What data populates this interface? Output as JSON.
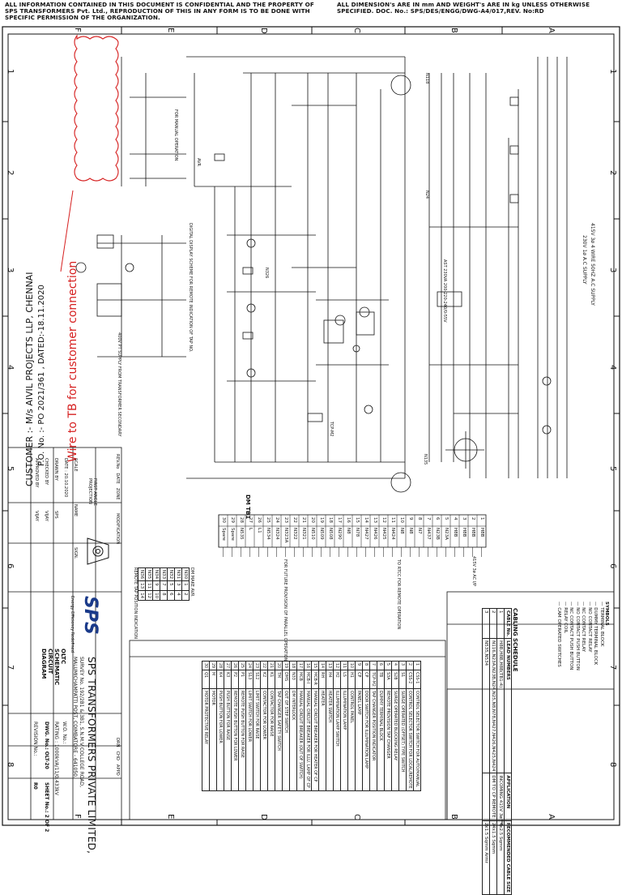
{
  "header": {
    "confidential_left": "ALL INFORMATION CONTAINED IN THIS DOCUMENT IS CONFIDENTIAL AND THE PROPERTY OF SPS TRANSFORMERS Pvt. Ltd., REPRODUCTION OF THIS IN ANY FORM IS TO BE DONE WITH SPECIFIC PERMISSION OF THE ORGANIZATION.",
    "confidential_right": "ALL DIMENSION's ARE IN mm AND WEIGHT's ARE IN kg UNLESS OTHERWISE SPECIFIED. DOC. No.: SPS/DES/ENGG/DWG-A4/017,REV. No:RD"
  },
  "grid": {
    "letters": [
      "F",
      "E",
      "D",
      "C",
      "B",
      "A"
    ],
    "numbers": [
      "1",
      "2",
      "3",
      "4",
      "5",
      "6",
      "7",
      "8"
    ]
  },
  "annotation": {
    "customer_connection": "Wire to TB for customer connection",
    "customer": "CUSTOMER :- M/s AIVIL PROJECTS LLP, CHENNAI",
    "po": "P.O. No.  :- PO 2021/361 , DATED:-18.11.2020"
  },
  "circuit_labels": {
    "supply": "415V 3ø 4 WIRE 50HZ A.C SUPPLY",
    "ac_supply": "230V 1ø A.C SUPPLY",
    "avr": "AVR",
    "digital": "DIGITAL DISPLAY SCHEME FOR REMOTE INDICATION OF TAP NO.",
    "manual": "FOR MANUAL OPERATION",
    "from_transformer": "400V PT SUPPLY FROM TRANSFORMER SECONDARY",
    "xfmr": "AST 230VA 200-220-240/0-55V",
    "tcp": "TCP-M2",
    "net1": "N118",
    "net2": "N135",
    "net3": "N24",
    "net4": "N326"
  },
  "terminal_block": {
    "title": "DM TB1",
    "rows": [
      [
        "30",
        "Spare"
      ],
      [
        "29",
        "Spare"
      ],
      [
        "28",
        "N535"
      ],
      [
        "27",
        "L"
      ],
      [
        "26",
        "L1"
      ],
      [
        "25",
        "N534"
      ],
      [
        "24",
        "N324"
      ],
      [
        "23",
        "N323A"
      ],
      [
        "22",
        "N322"
      ],
      [
        "21",
        "N321"
      ],
      [
        "20",
        "N510"
      ],
      [
        "19",
        "N509"
      ],
      [
        "18",
        "N508"
      ],
      [
        "17",
        "N290"
      ],
      [
        "16",
        "N8"
      ],
      [
        "15",
        "N78"
      ],
      [
        "14",
        "N427"
      ],
      [
        "13",
        "N426"
      ],
      [
        "12",
        "N425"
      ],
      [
        "11",
        "N424"
      ],
      [
        "10",
        "N8"
      ],
      [
        "9",
        "N8"
      ],
      [
        "8",
        "N7"
      ],
      [
        "7",
        "N437"
      ],
      [
        "6",
        "N23B"
      ],
      [
        "5",
        "N23A"
      ],
      [
        "4",
        "H8B"
      ],
      [
        "3",
        "H8B"
      ],
      [
        "2",
        "H8B"
      ],
      [
        "1",
        "H8B"
      ]
    ],
    "remote_note": "TO RTCC FOR REMOTE OPERATION",
    "parallel_note": "FOR FUTURE PROVISION OF PARALLEL OPERATION",
    "supply_note": "415V 3ø AC I/P"
  },
  "cable_schedule": {
    "title": "CABLING SCHEDULE",
    "headers": [
      "CABLE No.",
      "LEAD NUMBERS",
      "APPLICATION",
      "RECOMMENDED CABLE SIZE"
    ],
    "rows": [
      [
        "1",
        "H8B,H8B,H8B(TB1-4)",
        "INCOMING 415V 3ø",
        "4x2.5 Sqmm"
      ],
      [
        "2",
        "N116,N23A,N23B,N24,N25,N8,N78,N427,N426,N425,N424",
        "DM TO CP REMOTE",
        "24x1.5 Sqmm"
      ],
      [
        "3",
        "N535,N534",
        "",
        "2x1.5 Sqmm Armr"
      ]
    ]
  },
  "symbols": {
    "title": "SYMBOLS",
    "items": [
      "TERMINAL BLOCK",
      "DUMMY TERMINAL BLOCK",
      "NO CONTACT RELAY",
      "NC CONTACT RELAY",
      "NO CONTACT PUSH BUTTON",
      "NC CONTACT PUSH BUTTON",
      "RELAY COIL",
      "CAM OPERATED SWITCHES"
    ]
  },
  "legend": {
    "rows": [
      [
        "1",
        "CSS-1",
        "CONTROL SELECTOR SWITCH FOR AUTO/MANUAL"
      ],
      [
        "2",
        "CSS-2",
        "CONTROL SELECTOR SWITCH FOR LOCAL/REMOTE"
      ],
      [
        "3",
        "S1",
        "SURGE OPERATED (OFFSET) TYPE SWITCH"
      ],
      [
        "4",
        "S2B",
        "SURGE OPERATED BLOCKING RELAY"
      ],
      [
        "5",
        "S3A",
        "REMOTE PROVISION TAP CHANGER"
      ],
      [
        "6",
        "TB",
        "DUMMY TERMINAL BLOCK"
      ],
      [
        "7",
        "TCP-M2",
        "TAP CHANGER POSITION INDICATOR"
      ],
      [
        "8",
        "CP",
        "DOOR SWITCH FOR ILLUMINATION LAMP"
      ],
      [
        "9",
        "CP",
        "PANEL LAMP"
      ],
      [
        "10",
        "H1",
        "CONTROL PANEL"
      ],
      [
        "11",
        "LS",
        "ILLUMINATION LAMP"
      ],
      [
        "12",
        "H2",
        "ILLUMINATION LAMP SWITCH"
      ],
      [
        "13",
        "H4",
        "HEATER SWITCH"
      ],
      [
        "14",
        "RH",
        "HEATER"
      ],
      [
        "15",
        "MCB-R",
        "MANUAL CIRCUIT BREAKER FOR HEATER OF CP"
      ],
      [
        "16",
        "MCB-I",
        "MANUAL CIRCUIT BREAKER FOR ILLU. LAMP OF CP"
      ],
      [
        "17",
        "MCB",
        "MANUAL CIRCUIT BREAKER (OUT OF SWITCH)"
      ],
      [
        "18",
        "N33",
        "DM INTERLOCK"
      ],
      [
        "19",
        "DMS",
        "OUT OF STEP SWITCH"
      ],
      [
        "20",
        "TM",
        "TAP CHANGER SAFETY SWITCH"
      ],
      [
        "21",
        "K1",
        "CONTACTOR FOR RAISE"
      ],
      [
        "22",
        "K2",
        "CONTACTOR FOR LOWER"
      ],
      [
        "23",
        "S12",
        "LIMIT SWITCH FOR RAISE"
      ],
      [
        "24",
        "S13",
        "LIMIT SWITCH FOR LOWER"
      ],
      [
        "25",
        "P1",
        "REMOTE PUSH BUTTON FOR RAISE"
      ],
      [
        "26",
        "P2",
        "REMOTE PUSH BUTTON FOR LOWER"
      ],
      [
        "27",
        "K3",
        "PUSH BUTTON FOR RAISE"
      ],
      [
        "28",
        "K4",
        "PUSH BUTTON FOR LOWER"
      ],
      [
        "29",
        "M",
        "MOTOR"
      ],
      [
        "30",
        "Q1",
        "MOTOR PROTECTIVE RELAY"
      ]
    ]
  },
  "dm_table": {
    "title": "DM MAKE AVR",
    "rows": [
      [
        "N30",
        "1",
        "2"
      ],
      [
        "N31",
        "3",
        "4"
      ],
      [
        "N32",
        "5",
        "6"
      ],
      [
        "N33",
        "7",
        "8"
      ],
      [
        "N34",
        "9",
        "10"
      ],
      [
        "N35",
        "11",
        "12"
      ],
      [
        "N36",
        "13",
        "14"
      ]
    ],
    "note": "REMOTE TAP POSITION INDICATION"
  },
  "title_block": {
    "rev_no": "REV.No",
    "date": "DATE",
    "zone": "ZONE",
    "modification": "MODIFICATION",
    "drn": "DRN",
    "chd": "CHD",
    "appd": "APPD",
    "projection": "FIRST ANGLE PROJECTION",
    "scale": "SCALE",
    "date_value": "DATE : 20.10.2020",
    "drawn_by": "DRAWN BY",
    "checked_by": "CHECKED BY",
    "approved_by": "APPROVED BY",
    "name": "NAME",
    "sign": "SIGN.",
    "drawn_name": "SPS",
    "checked_name": "VIJAY",
    "approved_name": "VIJAY",
    "logo": "SPS",
    "tagline": "Energy Efficiency Redefined",
    "drawing_title": "OLTC SCHEMATIC CIRCUIT DIAGRAM",
    "company": "SPS TRANSFORMERS PRIVATE LIMITED,",
    "address1": "SURVEY No. 192/2B1 & 3B1, S.N.M.V COLLEGE ROAD,",
    "address2": "MALUMICHAMPATTI POST, COIMBATORE - 641050.",
    "wo_no": "W.O. No.:",
    "rating": "RATING : 1000kVA/11/0.433kV",
    "dwg_no": "DWG. No.: OLT-20",
    "sheet": "SHEET No.: 2 OF 2",
    "rev": "REVISION No.:",
    "rev_val": "R0"
  }
}
